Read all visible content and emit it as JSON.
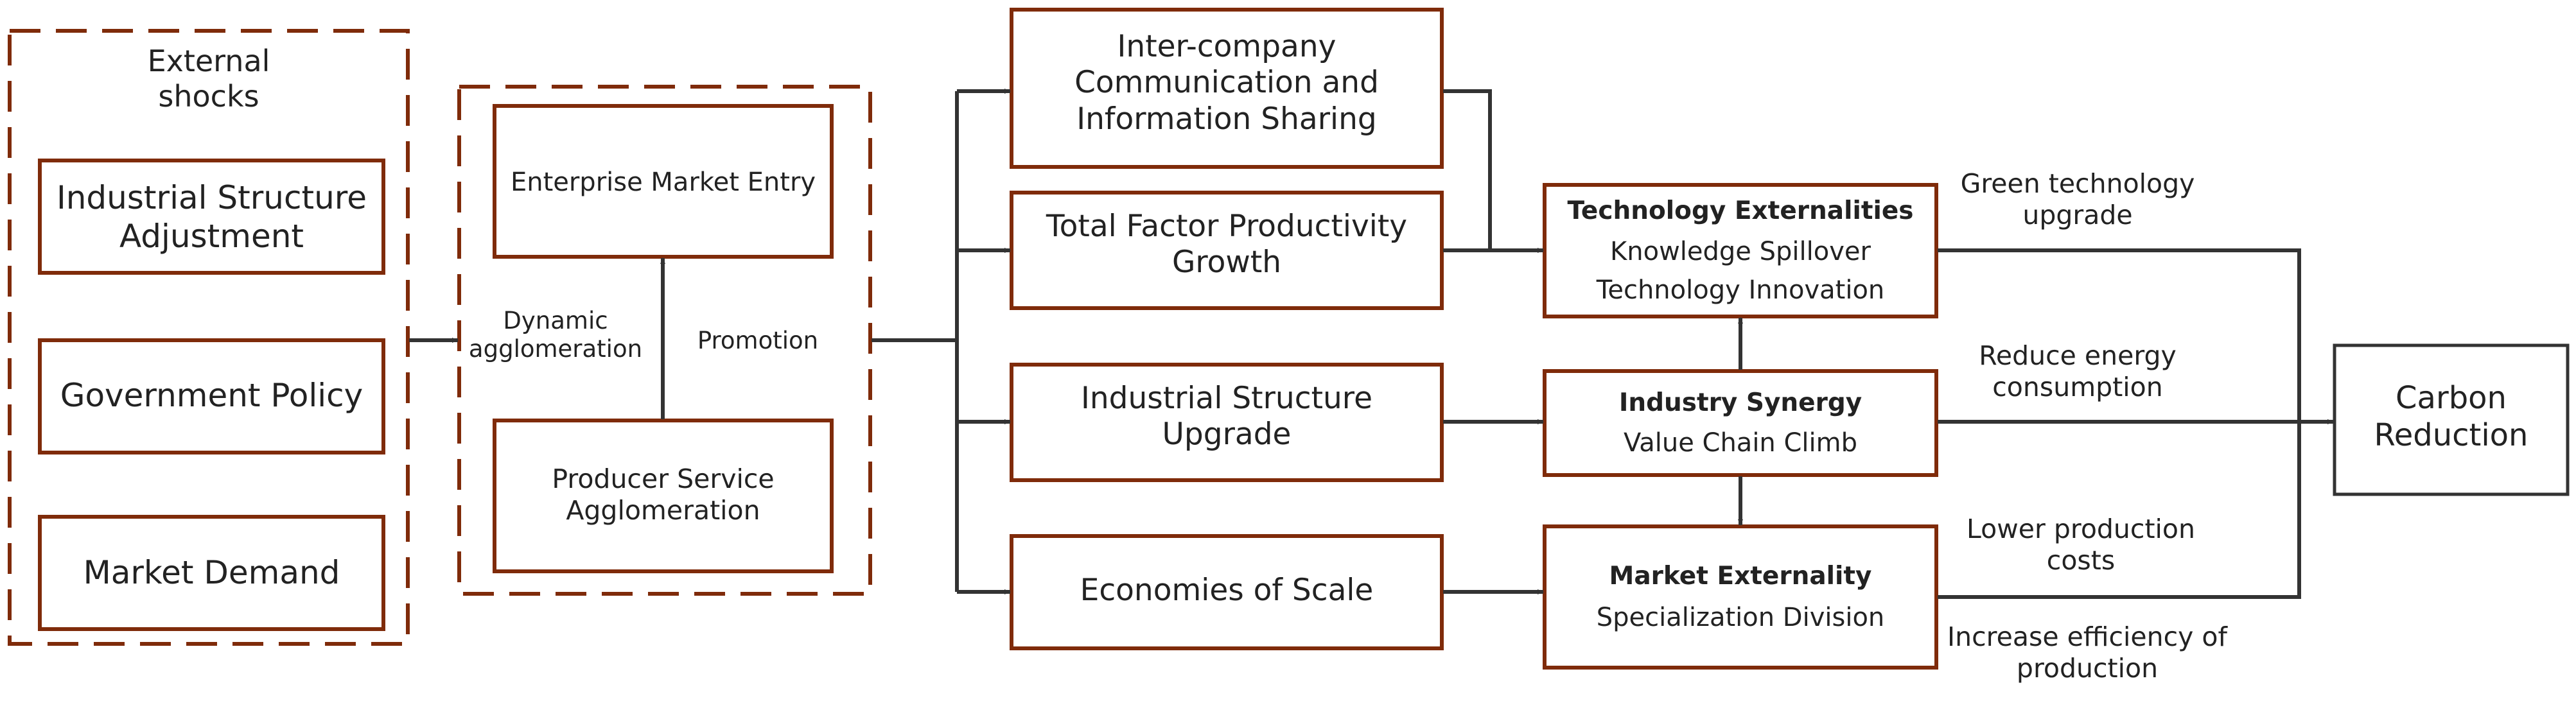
{
  "external": {
    "title": "External shocks",
    "items": [
      "Industrial Structure Adjustment",
      "Government Policy",
      "Market Demand"
    ]
  },
  "agglomeration": {
    "market_entry": "Enterprise Market Entry",
    "producer_service": "Producer Service Agglomeration",
    "dynamic_label": "Dynamic agglomeration",
    "promotion_label": "Promotion"
  },
  "channels": [
    "Inter-company Communication and Information Sharing",
    "Total Factor Productivity Growth",
    "Industrial Structure Upgrade",
    "Economies of Scale"
  ],
  "effects": {
    "technology": {
      "title": "Technology Externalities",
      "line1": "Knowledge Spillover",
      "line2": "Technology Innovation"
    },
    "synergy": {
      "title": "Industry Synergy",
      "line1": "Value Chain Climb"
    },
    "market": {
      "title": "Market Externality",
      "line1": "Specialization Division"
    }
  },
  "outcomes": {
    "green": "Green technology upgrade",
    "energy": "Reduce energy consumption",
    "costs": "Lower production costs",
    "efficiency": "Increase efficiency of production"
  },
  "result": "Carbon Reduction",
  "colors": {
    "box_border": "#7f2b0a",
    "line": "#333333",
    "result_border": "#333333",
    "text": "#222222"
  }
}
